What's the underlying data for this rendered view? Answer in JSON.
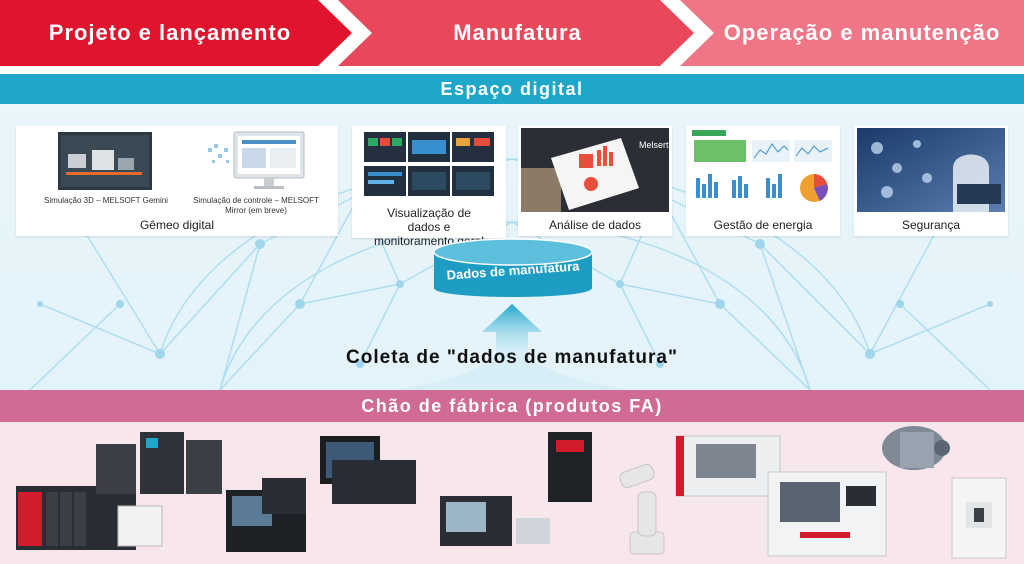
{
  "phases": [
    {
      "label": "Projeto e lançamento",
      "color": "#e0142d"
    },
    {
      "label": "Manufatura",
      "color": "#e9485b"
    },
    {
      "label": "Operação e manutenção",
      "color": "#ee7686"
    }
  ],
  "digital_space": {
    "title": "Espaço digital",
    "band_color": "#1fa7c9",
    "cards": [
      {
        "caption": "Gêmeo digital",
        "sub_items": [
          "Simulação 3D – MELSOFT Gemini",
          "Simulação de controle – MELSOFT Mirror (em breve)"
        ]
      },
      {
        "caption": "Visualização de dados e monitoramento geral"
      },
      {
        "caption": "Análise de dados",
        "brand": "Melsert"
      },
      {
        "caption": "Gestão de energia"
      },
      {
        "caption": "Segurança"
      }
    ]
  },
  "data_store": {
    "label": "Dados de manufatura",
    "color": "#1d9dc3"
  },
  "collection": {
    "label": "Coleta de \"dados de manufatura\""
  },
  "shop_floor": {
    "title": "Chão de fábrica (produtos FA)",
    "band_color": "#cf6b95"
  }
}
